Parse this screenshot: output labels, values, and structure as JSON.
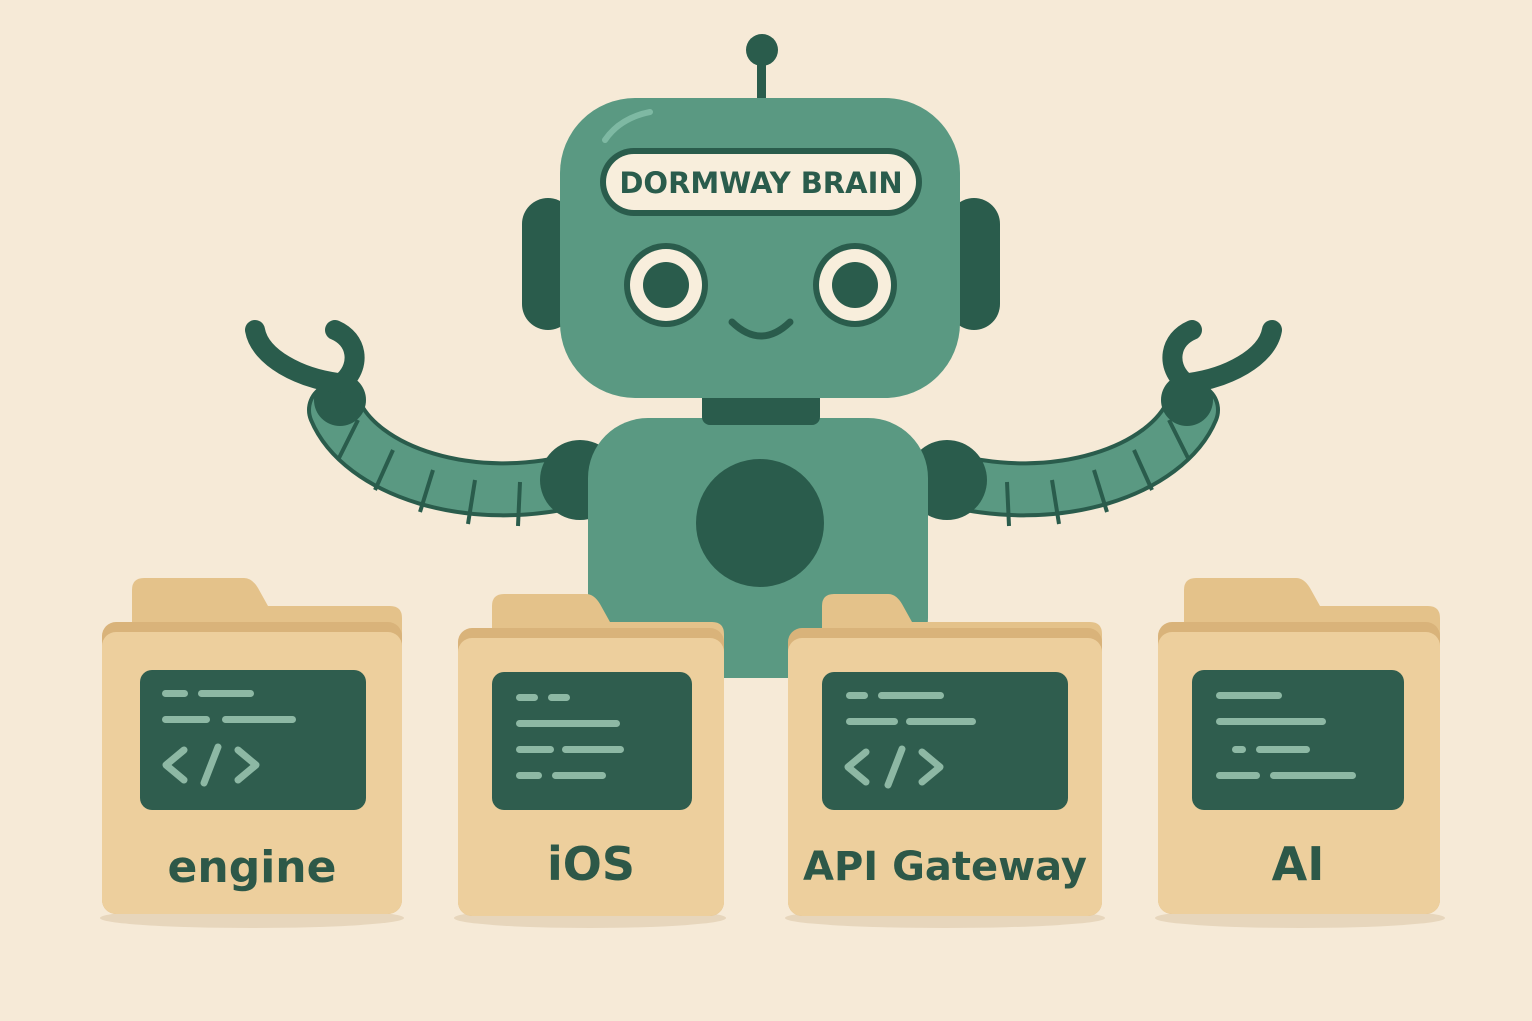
{
  "robot": {
    "name_plate": "DORMWAY BRAIN"
  },
  "folders": [
    {
      "label": "engine",
      "icon": "code-tag-icon"
    },
    {
      "label": "iOS",
      "icon": "text-lines-icon"
    },
    {
      "label": "API Gateway",
      "icon": "code-tag-icon"
    },
    {
      "label": "AI",
      "icon": "text-lines-icon"
    }
  ],
  "colors": {
    "background": "#f6ead7",
    "robot_body": "#5a9982",
    "robot_dark": "#2a5c4c",
    "folder": "#e9c995",
    "folder_dark": "#d9b37a",
    "screen": "#2f5d4e",
    "screen_lines": "#8db8a4",
    "label_text": "#2d5848"
  }
}
